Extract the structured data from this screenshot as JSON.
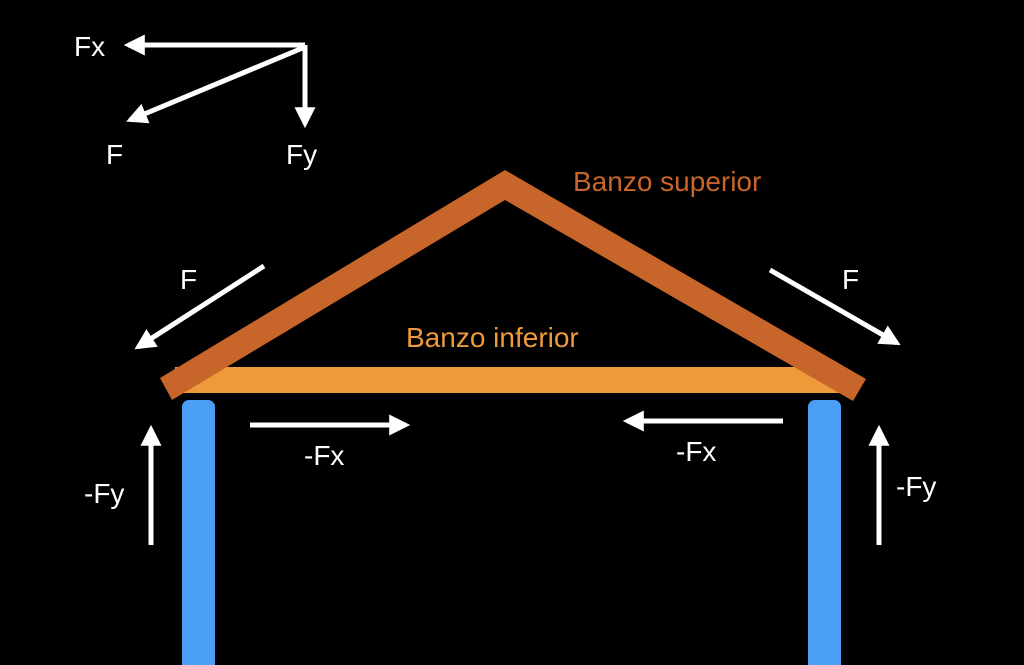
{
  "colors": {
    "background": "#000000",
    "upper_chord": "#c8652a",
    "lower_chord": "#ee9a3a",
    "columns": "#4a9ff5",
    "arrows": "#ffffff"
  },
  "labels": {
    "fx_top": "Fx",
    "f_top": "F",
    "fy_top": "Fy",
    "banzo_superior": "Banzo superior",
    "banzo_inferior": "Banzo inferior",
    "f_left": "F",
    "f_right": "F",
    "neg_fx_left": "-Fx",
    "neg_fx_right": "-Fx",
    "neg_fy_left": "-Fy",
    "neg_fy_right": "-Fy"
  }
}
